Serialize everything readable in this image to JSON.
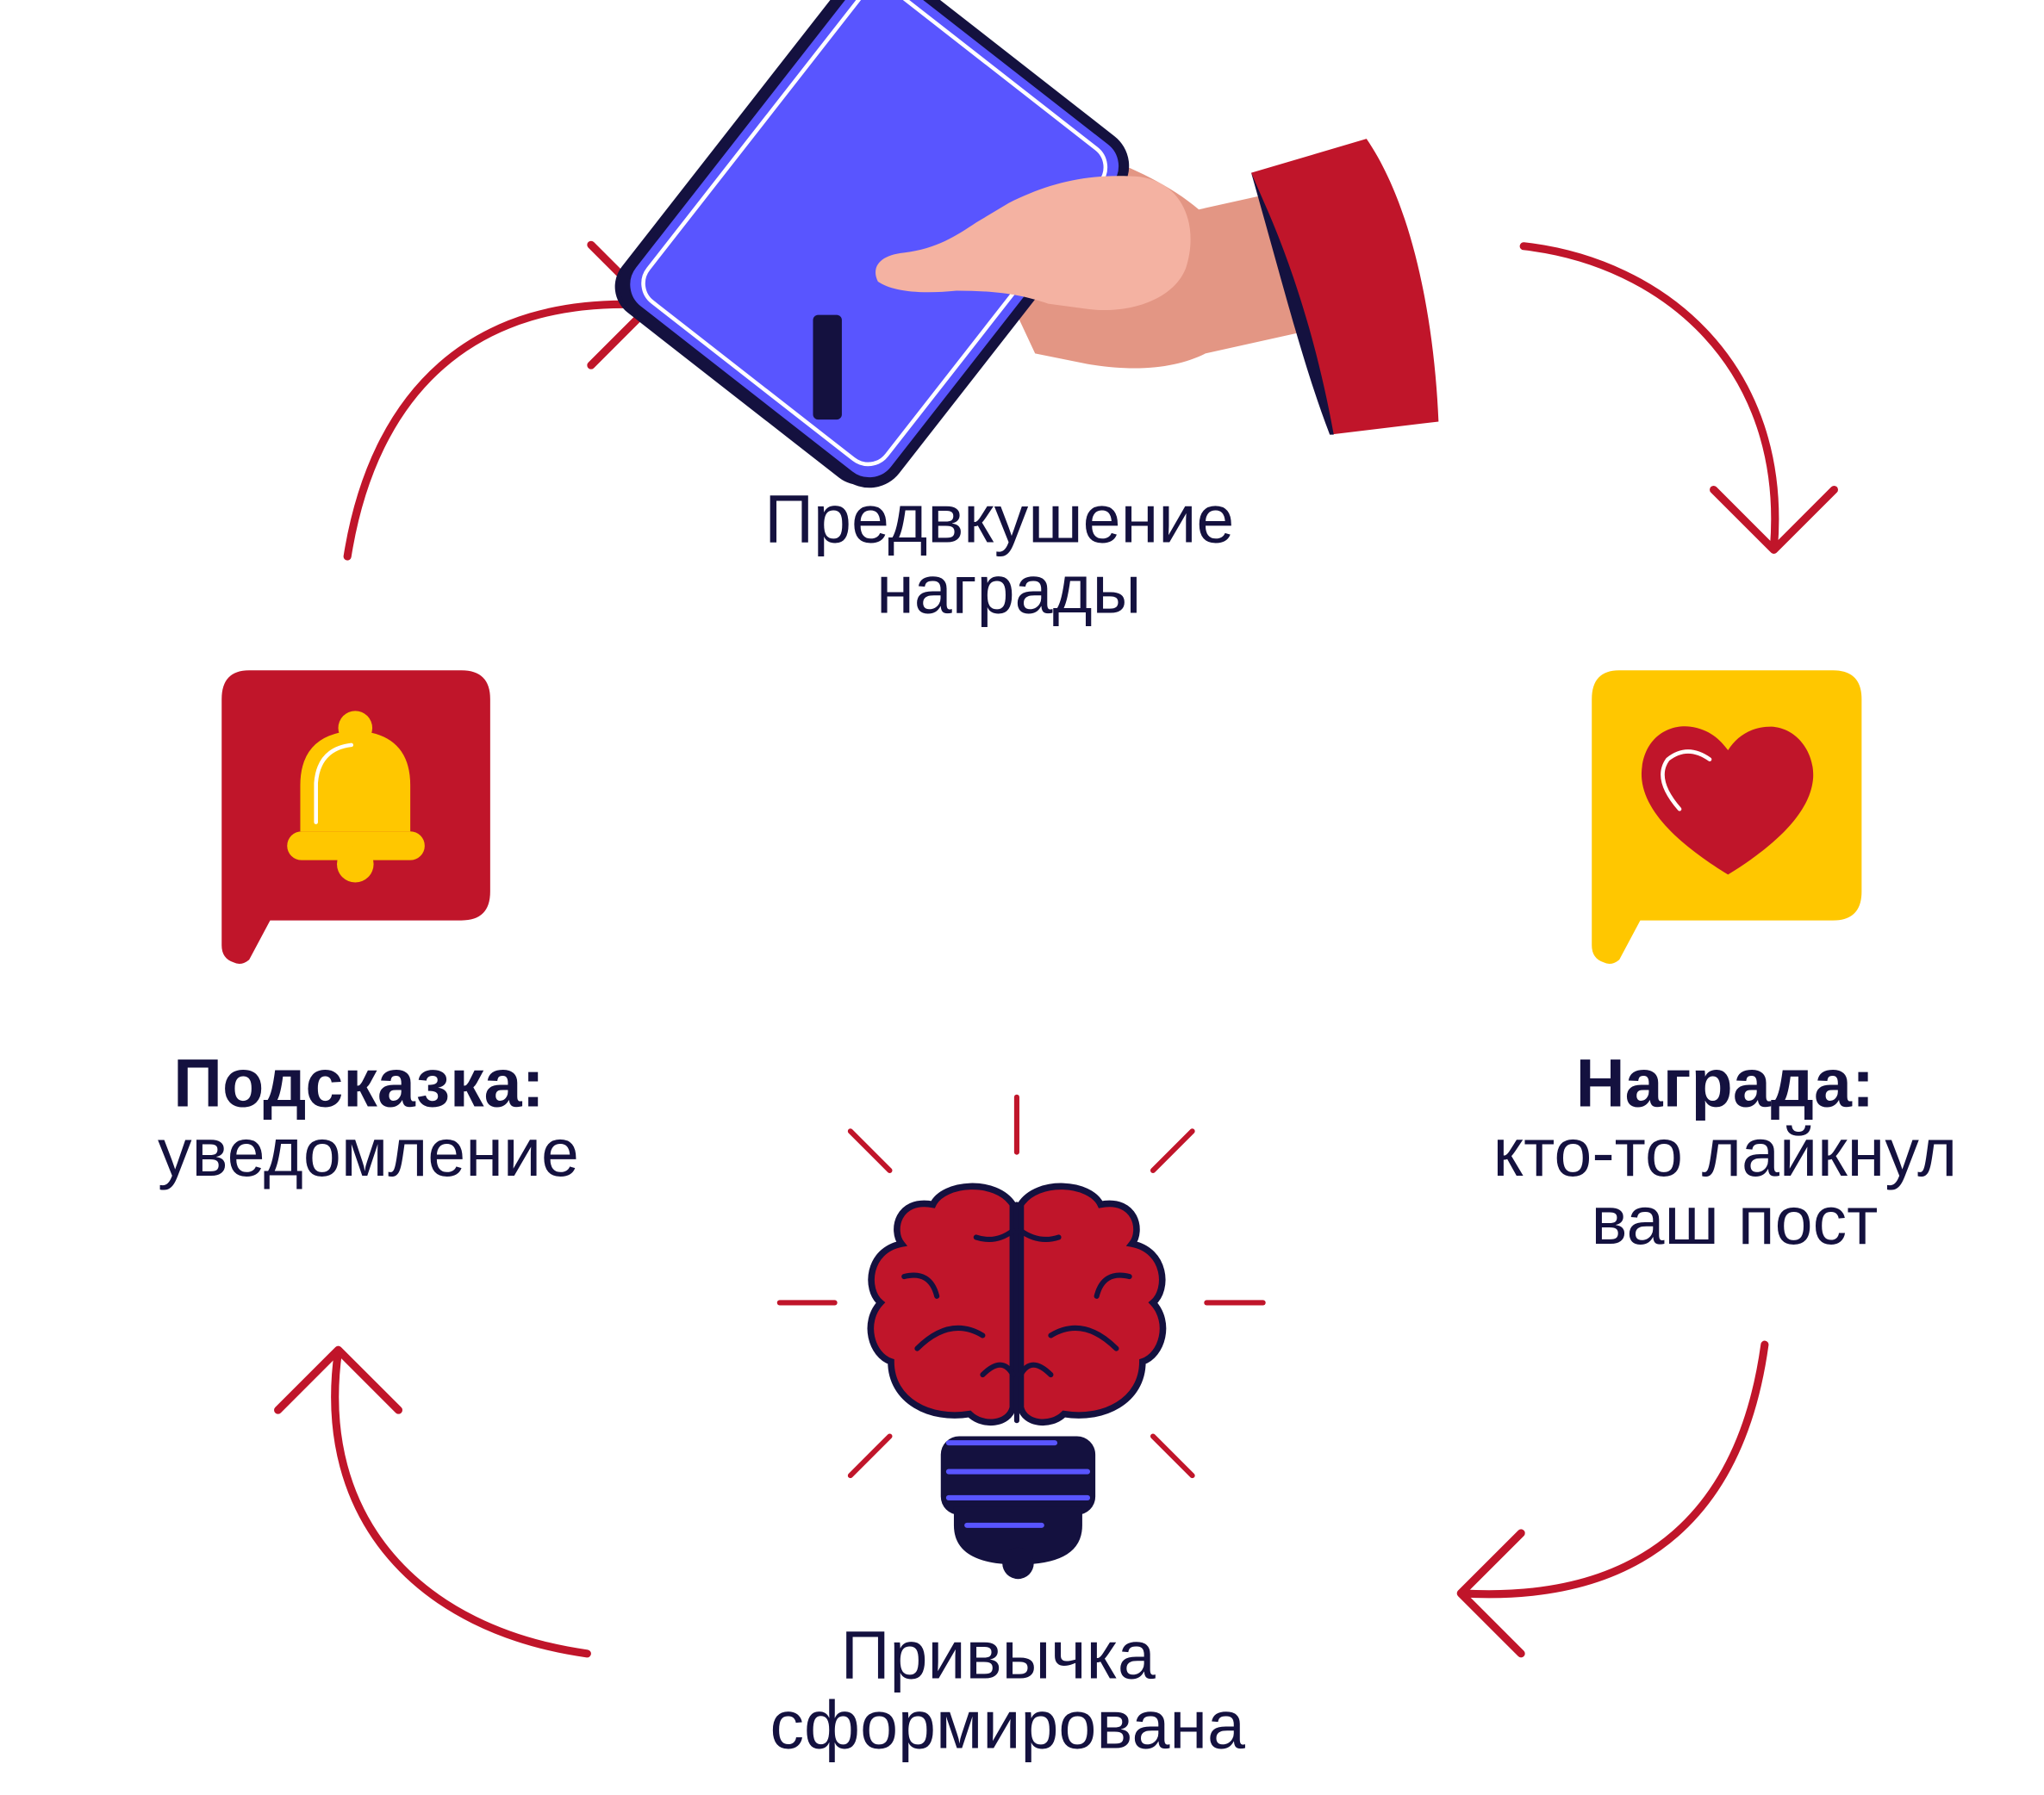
{
  "title": "Habit loop",
  "colors": {
    "red": "#c0152a",
    "yellow": "#ffc700",
    "navy": "#14113f",
    "phone": "#5955ff",
    "skin": "#f4b2a2"
  },
  "steps": {
    "anticipation": {
      "line1": "Предвкушение",
      "line2": "награды",
      "icon": "hand-phone-icon"
    },
    "reward": {
      "title": "Награда:",
      "line1": "кто-то лайкнул",
      "line2": "ваш пост",
      "icon": "heart-icon"
    },
    "habit": {
      "line1": "Привычка",
      "line2": "сформирована",
      "icon": "brain-bulb-icon"
    },
    "cue": {
      "title": "Подсказка:",
      "line1": "уведомление",
      "icon": "bell-icon"
    }
  }
}
